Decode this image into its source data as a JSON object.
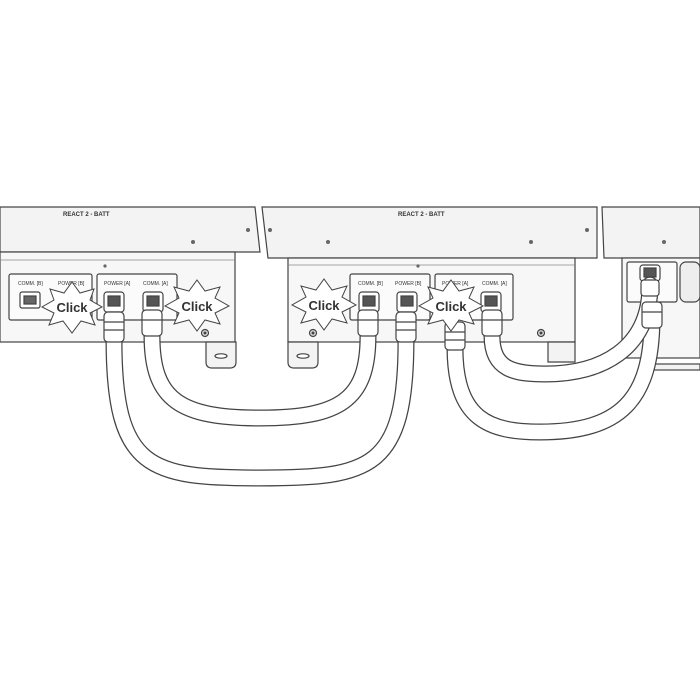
{
  "units": [
    {
      "title": "REACT 2 - BATT"
    },
    {
      "title": "REACT 2 - BATT"
    }
  ],
  "ports": {
    "comm_b": "COMM. [B]",
    "power_b": "POWER [B]",
    "power_a": "POWER [A]",
    "comm_a": "COMM. [A]"
  },
  "callouts": [
    "Click",
    "Click",
    "Click",
    "Click"
  ],
  "colors": {
    "line": "#444444",
    "panel_top": "#f4f4f4",
    "panel_face": "#f7f7f7",
    "callout_fill": "#ffffff"
  }
}
